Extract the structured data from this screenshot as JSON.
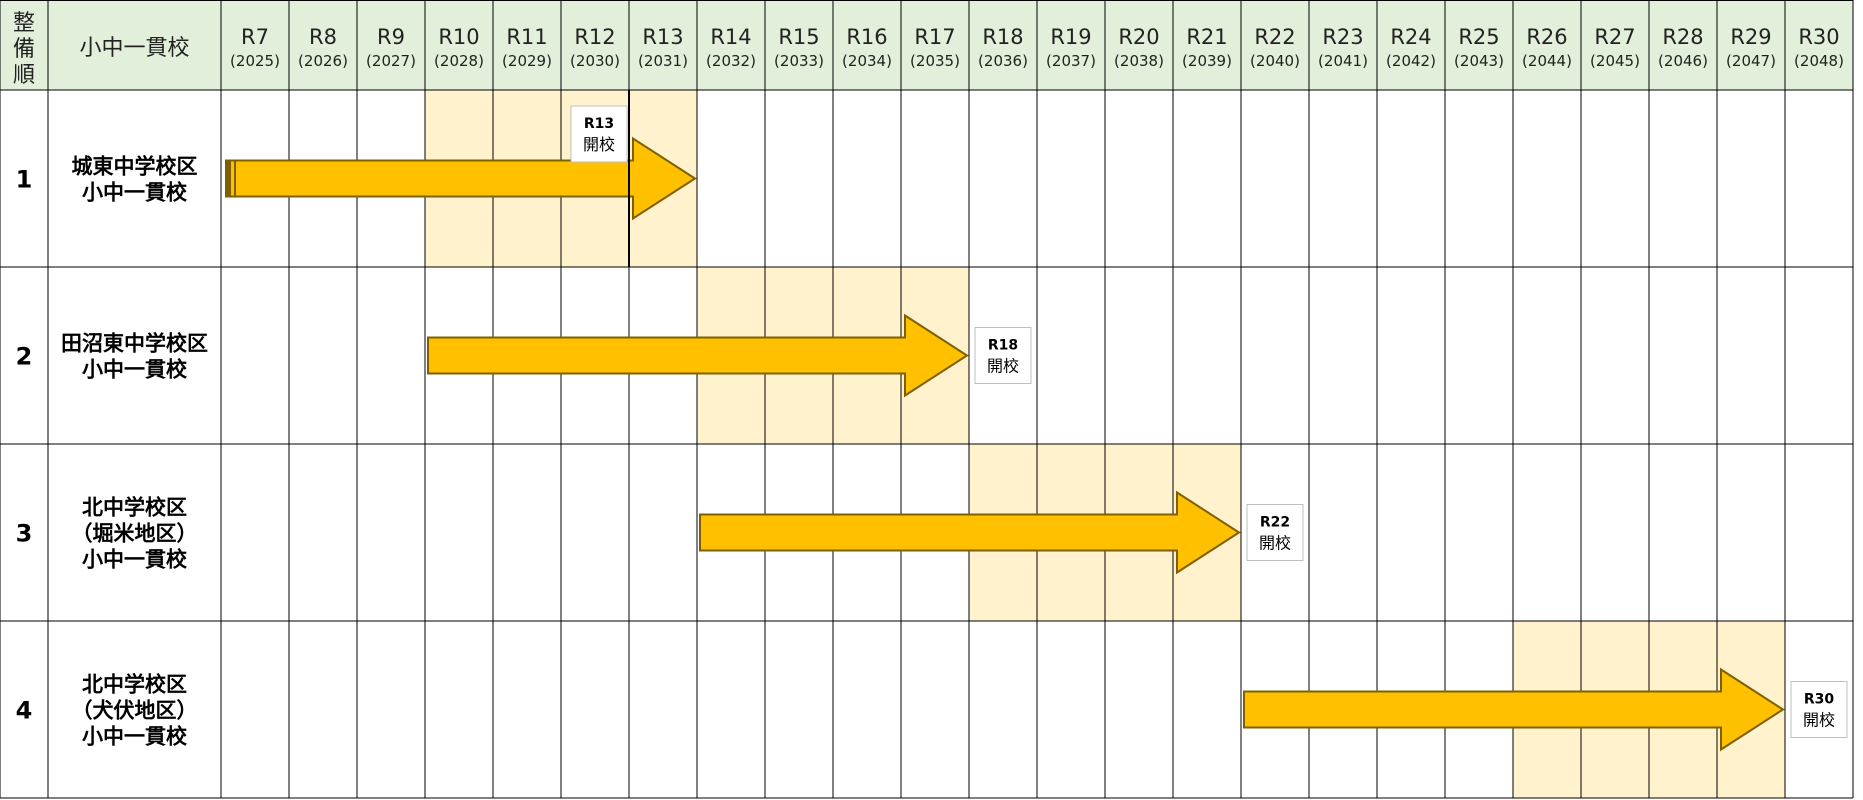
{
  "header": {
    "order_label": [
      "整",
      "備",
      "順"
    ],
    "school_label": "小中一貫校"
  },
  "chart_data": {
    "type": "gantt",
    "periods": [
      {
        "label": "R7",
        "year": "(2025)"
      },
      {
        "label": "R8",
        "year": "(2026)"
      },
      {
        "label": "R9",
        "year": "(2027)"
      },
      {
        "label": "R10",
        "year": "(2028)"
      },
      {
        "label": "R11",
        "year": "(2029)"
      },
      {
        "label": "R12",
        "year": "(2030)"
      },
      {
        "label": "R13",
        "year": "(2031)"
      },
      {
        "label": "R14",
        "year": "(2032)"
      },
      {
        "label": "R15",
        "year": "(2033)"
      },
      {
        "label": "R16",
        "year": "(2034)"
      },
      {
        "label": "R17",
        "year": "(2035)"
      },
      {
        "label": "R18",
        "year": "(2036)"
      },
      {
        "label": "R19",
        "year": "(2037)"
      },
      {
        "label": "R20",
        "year": "(2038)"
      },
      {
        "label": "R21",
        "year": "(2039)"
      },
      {
        "label": "R22",
        "year": "(2040)"
      },
      {
        "label": "R23",
        "year": "(2041)"
      },
      {
        "label": "R24",
        "year": "(2042)"
      },
      {
        "label": "R25",
        "year": "(2043)"
      },
      {
        "label": "R26",
        "year": "(2044)"
      },
      {
        "label": "R27",
        "year": "(2045)"
      },
      {
        "label": "R28",
        "year": "(2046)"
      },
      {
        "label": "R29",
        "year": "(2047)"
      },
      {
        "label": "R30",
        "year": "(2048)"
      }
    ],
    "rows": [
      {
        "order": "1",
        "school": [
          "城東中学校区",
          "小中一貫校"
        ],
        "arrow_start": "R7",
        "arrow_end": "R13",
        "highlight_start": "R10",
        "highlight_end": "R13",
        "opening_year": "R13",
        "opening_text": "開校"
      },
      {
        "order": "2",
        "school": [
          "田沼東中学校区",
          "小中一貫校"
        ],
        "arrow_start": "R10",
        "arrow_end": "R17",
        "highlight_start": "R14",
        "highlight_end": "R17",
        "opening_year": "R18",
        "opening_text": "開校"
      },
      {
        "order": "3",
        "school": [
          "北中学校区",
          "（堀米地区）",
          "小中一貫校"
        ],
        "arrow_start": "R14",
        "arrow_end": "R21",
        "highlight_start": "R18",
        "highlight_end": "R21",
        "opening_year": "R22",
        "opening_text": "開校"
      },
      {
        "order": "4",
        "school": [
          "北中学校区",
          "（犬伏地区）",
          "小中一貫校"
        ],
        "arrow_start": "R22",
        "arrow_end": "R29",
        "highlight_start": "R26",
        "highlight_end": "R29",
        "opening_year": "R30",
        "opening_text": "開校"
      }
    ],
    "colors": {
      "header_bg": "#e2efda",
      "highlight": "#fff2cc",
      "arrow_fill": "#ffc000",
      "arrow_stroke": "#7f6000",
      "grid": "#000000"
    }
  }
}
